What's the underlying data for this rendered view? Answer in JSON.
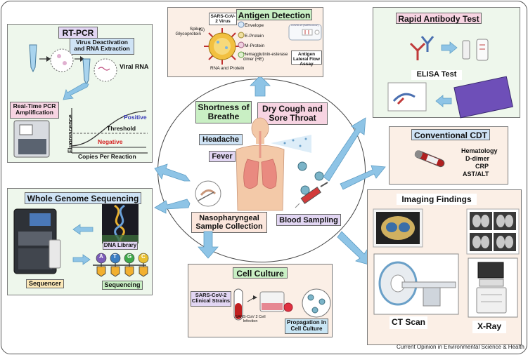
{
  "center": {
    "symptom_breath": "Shortness of Breathe",
    "symptom_cough": "Dry Cough and Sore Throat",
    "symptom_headache": "Headache",
    "symptom_fever": "Fever",
    "naso": "Nasopharyngeal Sample Collection",
    "blood": "Blood Sampling"
  },
  "rtpcr": {
    "title": "RT-PCR",
    "deactivation": "Virus Deactivation and RNA Extraction",
    "viral_rna": "Viral RNA",
    "realtime": "Real-Time PCR Amplification",
    "y_axis": "Fluorescence",
    "x_axis": "Copies Per Reaction",
    "positive": "Positive",
    "threshold": "Threshold",
    "negative": "Negative"
  },
  "wgs": {
    "title": "Whole  Genome Sequencing",
    "dna_library": "DNA Library",
    "sequencer": "Sequencer",
    "sequencing": "Sequencing",
    "bases": [
      "A",
      "T",
      "G",
      "C"
    ]
  },
  "antigen": {
    "title": "Antigen Detection",
    "virus": "SARS-CoV-2 Virus",
    "spike": "Spike Glycoprotein",
    "s": "(S)",
    "envelope": "Envelope",
    "e_protein": "E-Protein",
    "m_protein": "M-Protein",
    "he": "Hemagglutinin-esterase dimer (HE)",
    "rna": "RNA and Protein",
    "lfa": "Antigen Lateral Flow Assay",
    "device_text": "COVID-19 (SARS-nCoV)"
  },
  "antibody": {
    "title": "Rapid Antibody Test",
    "elisa": "ELISA Test"
  },
  "cdt": {
    "title": "Conventional CDT",
    "items": [
      "Hematology",
      "D-dimer",
      "CRP",
      "AST/ALT"
    ]
  },
  "imaging": {
    "title": "Imaging Findings",
    "ct": "CT Scan",
    "xray": "X-Ray"
  },
  "culture": {
    "title": "Cell Culture",
    "strains": "SARS-CoV-2 Clinical Strains",
    "infection": "SARS-CoV 2 Cell Infection",
    "propagation": "Propagation in Cell Culture"
  },
  "footer": "Current Opinion in Environmental Science & Health",
  "colors": {
    "arrow": "#8ec4e6",
    "positive": "#3a3ab8",
    "negative": "#d42020",
    "green_box": "#c9efc4",
    "blue_box": "#cfe3f5",
    "purple_box": "#e2d6f3",
    "pink_box": "#f7d4e2"
  }
}
